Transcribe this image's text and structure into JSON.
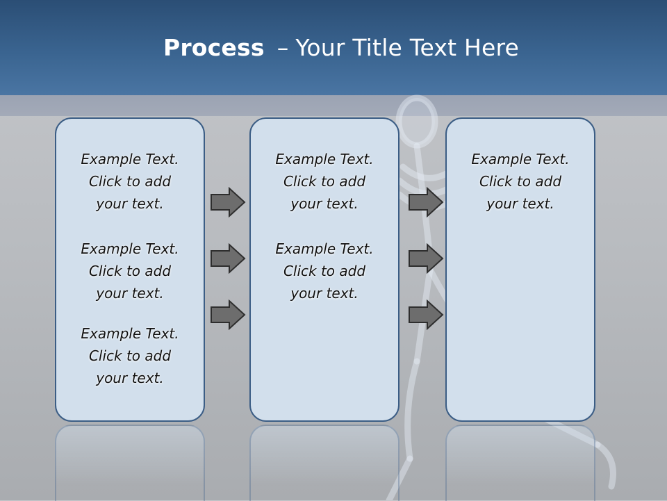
{
  "slide": {
    "title_bold": "Process",
    "title_separator": "–",
    "title_rest": "Your Title Text Here"
  },
  "columns": [
    {
      "items": [
        {
          "lines": [
            "Example Text.",
            "Click  to add",
            "your text."
          ]
        },
        {
          "lines": [
            "Example Text.",
            "Click  to add",
            "your text."
          ]
        },
        {
          "lines": [
            "Example Text.",
            "Click  to add",
            "your text."
          ]
        }
      ]
    },
    {
      "items": [
        {
          "lines": [
            "Example Text.",
            "Click  to add",
            "your text."
          ]
        },
        {
          "lines": [
            "Example Text.",
            "Click  to add",
            "your text."
          ]
        }
      ]
    },
    {
      "items": [
        {
          "lines": [
            "Example Text.",
            "Click  to add",
            "your text."
          ]
        }
      ]
    }
  ],
  "colors": {
    "header": "#3a6490",
    "box_fill": "#d2dfec",
    "box_border": "#3b5d85",
    "arrow_fill": "#6d6d6d"
  },
  "icons": {
    "arrow": "right-arrow-icon"
  }
}
